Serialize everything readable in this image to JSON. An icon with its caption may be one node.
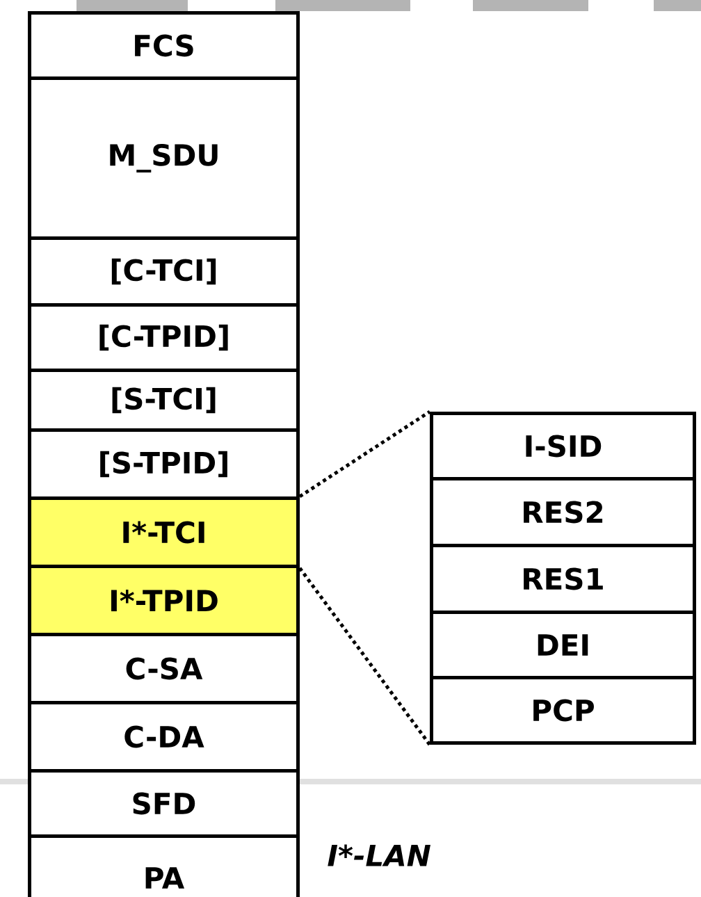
{
  "diagram": {
    "nodes": [
      {
        "text": [
          "FCS"
        ]
      },
      {
        "text": [
          "M_SDU"
        ]
      },
      {
        "text": [
          "[C-TCI]"
        ]
      },
      {
        "text": [
          "[C-TPID]"
        ]
      },
      {
        "text": [
          "[S-TCI]"
        ]
      },
      {
        "text": [
          "[S-TPID]"
        ]
      },
      {
        "text": [
          "I*-TCI"
        ]
      },
      {
        "text": [
          "I*-TPID"
        ]
      },
      {
        "text": [
          "C-SA"
        ]
      },
      {
        "text": [
          "C-DA"
        ]
      },
      {
        "text": [
          "SFD"
        ]
      },
      {
        "text": [
          "PA"
        ]
      },
      {
        "text": [],
        "shape": "box"
      },
      {
        "text": [
          "I-SID"
        ],
        "in": 12
      },
      {
        "text": [
          "RES2"
        ],
        "in": 12
      },
      {
        "text": [
          "RES1"
        ],
        "in": 12
      },
      {
        "text": [
          "DEI"
        ],
        "in": 12
      },
      {
        "text": [
          "PCP"
        ],
        "in": 12
      }
    ],
    "edges": [
      {
        "from": 6,
        "to": 12,
        "arrow": "none",
        "style": "dashed"
      },
      {
        "from": 6,
        "to": 12,
        "arrow": "none",
        "style": "dashed"
      }
    ],
    "labels": [
      "I*-LAN"
    ]
  }
}
